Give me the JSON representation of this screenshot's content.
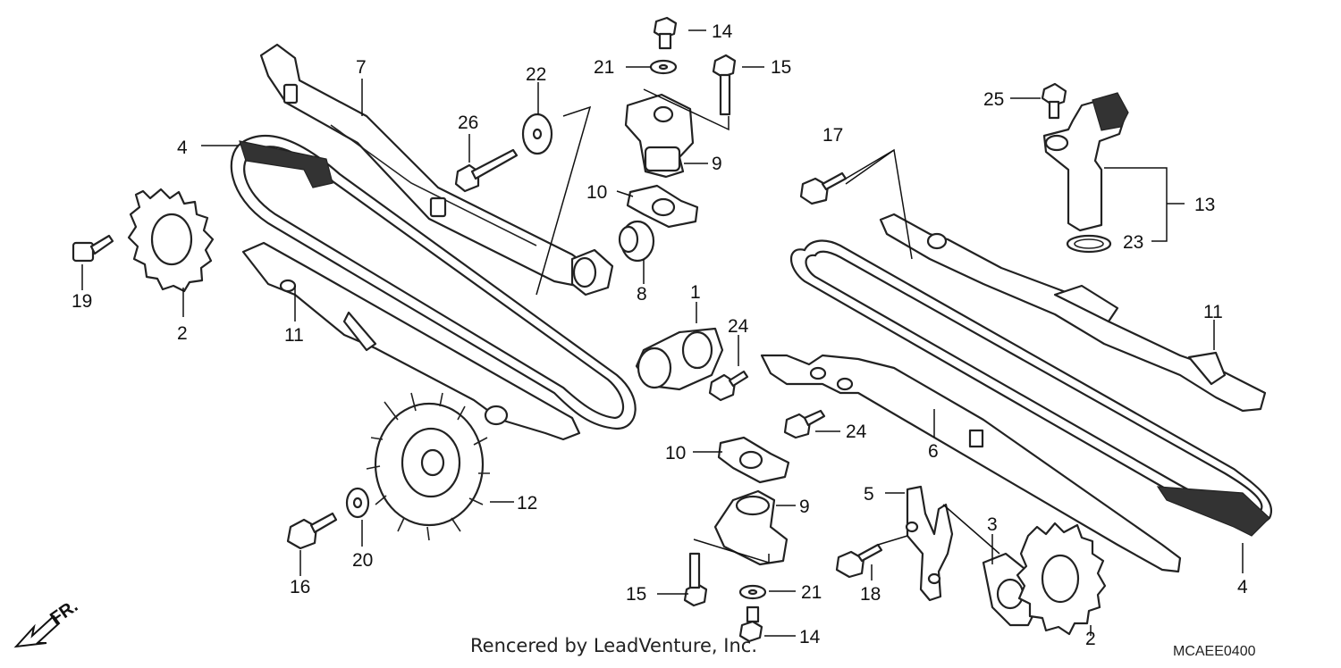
{
  "callouts": {
    "c1": "1",
    "c2a": "2",
    "c2b": "2",
    "c3": "3",
    "c4a": "4",
    "c4b": "4",
    "c5": "5",
    "c6": "6",
    "c7": "7",
    "c8": "8",
    "c9a": "9",
    "c9b": "9",
    "c10a": "10",
    "c10b": "10",
    "c11a": "11",
    "c11b": "11",
    "c12": "12",
    "c13": "13",
    "c14a": "14",
    "c14b": "14",
    "c15a": "15",
    "c15b": "15",
    "c16": "16",
    "c17": "17",
    "c18": "18",
    "c19": "19",
    "c20": "20",
    "c21a": "21",
    "c21b": "21",
    "c22": "22",
    "c23": "23",
    "c24a": "24",
    "c24b": "24",
    "c25": "25",
    "c26": "26"
  },
  "footer": {
    "credit": "Rencered by LeadVenture, Inc.",
    "diagram_code": "MCAEE0400",
    "direction": "FR."
  }
}
